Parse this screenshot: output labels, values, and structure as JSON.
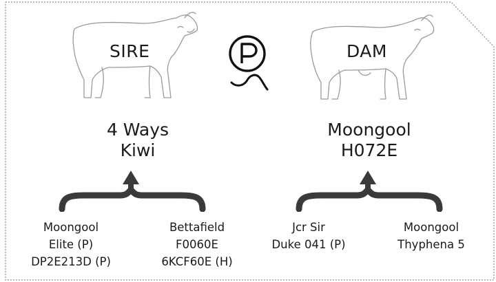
{
  "sire": {
    "label": "SIRE",
    "name_line1": "4 Ways",
    "name_line2": "Kiwi",
    "grandparents": [
      {
        "lines": [
          "Moongool",
          "Elite (P)",
          "DP2E213D (P)"
        ]
      },
      {
        "lines": [
          "Bettafield",
          "F0060E",
          "6KCF60E (H)"
        ]
      }
    ]
  },
  "dam": {
    "label": "DAM",
    "name_line1": "Moongool",
    "name_line2": "H072E",
    "grandparents": [
      {
        "lines": [
          "Jcr Sir",
          "Duke 041 (P)"
        ]
      },
      {
        "lines": [
          "Moongool",
          "Thyphena 5"
        ]
      }
    ]
  },
  "poll_symbol": {
    "letter": "P",
    "icon": "polled-symbol-icon"
  },
  "colors": {
    "line": "#1a1a1a",
    "outline": "#9a9a9a",
    "frame": "#8a8a8a"
  }
}
